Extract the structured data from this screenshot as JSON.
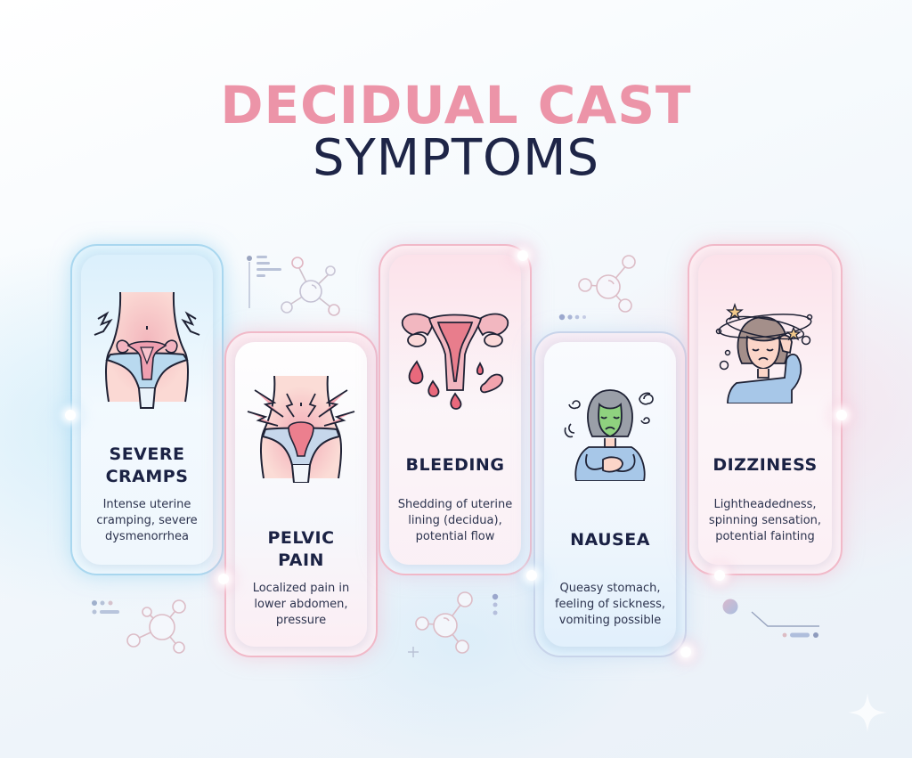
{
  "header": {
    "title": "DECIDUAL CAST",
    "subtitle": "SYMPTOMS"
  },
  "colors": {
    "title_pink": "#ec94a8",
    "subtitle_navy": "#1e2547",
    "card_blue_border": "#a9d7ef",
    "card_pink_border": "#f1b9c8",
    "text_dark": "#1b2244"
  },
  "cards": [
    {
      "id": "severe-cramps",
      "title_line1": "SEVERE",
      "title_line2": "CRAMPS",
      "desc_line1": "Intense uterine",
      "desc_line2": "cramping, severe",
      "desc_line3": "dysmenorrhea",
      "icon": "pelvis-uterus-cramp-icon"
    },
    {
      "id": "pelvic-pain",
      "title_line1": "PELVIC",
      "title_line2": "PAIN",
      "desc_line1": "Localized pain in",
      "desc_line2": "lower abdomen,",
      "desc_line3": "pressure",
      "icon": "pelvic-pain-lightning-icon"
    },
    {
      "id": "bleeding",
      "title_line1": "BLEEDING",
      "title_line2": "",
      "desc_line1": "Shedding of uterine",
      "desc_line2": "lining (decidua),",
      "desc_line3": "potential flow",
      "icon": "uterus-blood-drops-icon"
    },
    {
      "id": "nausea",
      "title_line1": "NAUSEA",
      "title_line2": "",
      "desc_line1": "Queasy stomach,",
      "desc_line2": "feeling of sickness,",
      "desc_line3": "vomiting possible",
      "icon": "nauseous-woman-icon"
    },
    {
      "id": "dizziness",
      "title_line1": "DIZZINESS",
      "title_line2": "",
      "desc_line1": "Lightheadedness,",
      "desc_line2": "spinning sensation,",
      "desc_line3": "potential fainting",
      "icon": "dizzy-woman-stars-icon"
    }
  ],
  "decorations": [
    "molecule-icon",
    "list-lines-icon",
    "dots-icon",
    "plus-icon",
    "sparkle-icon"
  ]
}
